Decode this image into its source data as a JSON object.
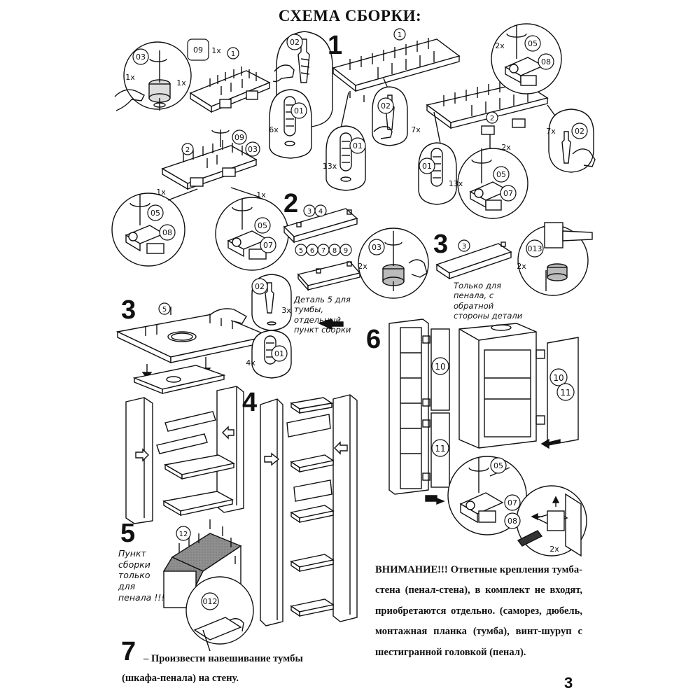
{
  "title": "СХЕМА СБОРКИ:",
  "steps": {
    "s1": "1",
    "s2": "2",
    "s3a": "3",
    "s3b": "3",
    "s4": "4",
    "s5": "5",
    "s6": "6",
    "s7": "7"
  },
  "notes": {
    "penal_only": "Только для пенала, с обратной стороны детали",
    "detail5": "Деталь 5 для тумбы, отдельный пункт сборки",
    "step5": "Пункт сборки только для пенала !!!"
  },
  "warning": "ВНИМАНИЕ!!! Ответные крепления тумба-стена (пенал-стена), в комплект не входят, приобретаются отдельно. (саморез, дюбель, монтажная планка (тумба), винт-шуруп с шестигранной головкой (пенал).",
  "final_step": {
    "line1": "– Произвести навешивание тумбы",
    "line2": "(шкафа-пенала) на стену."
  },
  "page_number": "3",
  "labels": {
    "p1": "1",
    "p2": "2",
    "p3": "3",
    "p4": "4",
    "p5": "5",
    "p6": "6",
    "p7": "7",
    "p8": "8",
    "p9": "9",
    "p10": "10",
    "p11": "11",
    "p12": "12",
    "f01": "01",
    "f02": "02",
    "f03": "03",
    "f05": "05",
    "f07": "07",
    "f08": "08",
    "f09": "09",
    "f012": "012",
    "f013": "013",
    "q1x": "1x",
    "q2x": "2x",
    "q3x": "3x",
    "q4x": "4x",
    "q6x": "6x",
    "q7x": "7x",
    "q13x": "13x"
  },
  "colors": {
    "ink": "#111111",
    "panel_shade": "#9a9a9a",
    "hole": "#dddddd"
  }
}
